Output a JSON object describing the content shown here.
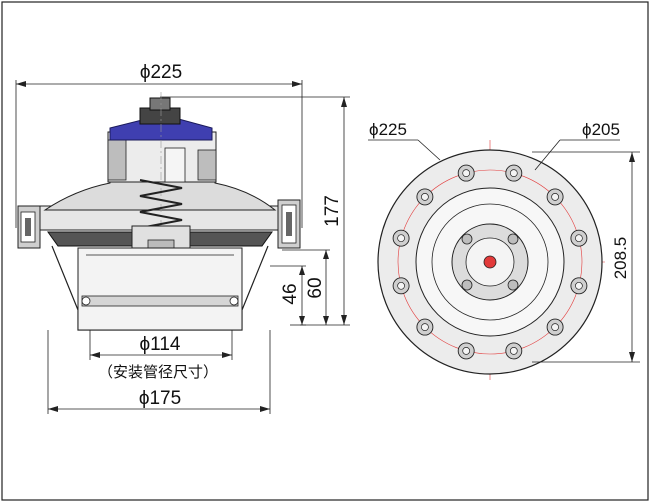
{
  "side_view": {
    "dim_top": "ϕ225",
    "dim_height": "177",
    "dim_60": "60",
    "dim_46": "46",
    "dim_inner": "ϕ114",
    "dim_inner_note": "（安装管径尺寸）",
    "dim_bottom": "ϕ175"
  },
  "top_view": {
    "dim_outer": "ϕ225",
    "dim_bolt_circle": "ϕ205",
    "dim_height": "208.5"
  },
  "colors": {
    "line": "#1a1a1a",
    "center_line": "#e23a3a",
    "body_fill": "#d8d8d8",
    "dark_fill": "#555555",
    "accent_blue": "#3f3fb0"
  }
}
